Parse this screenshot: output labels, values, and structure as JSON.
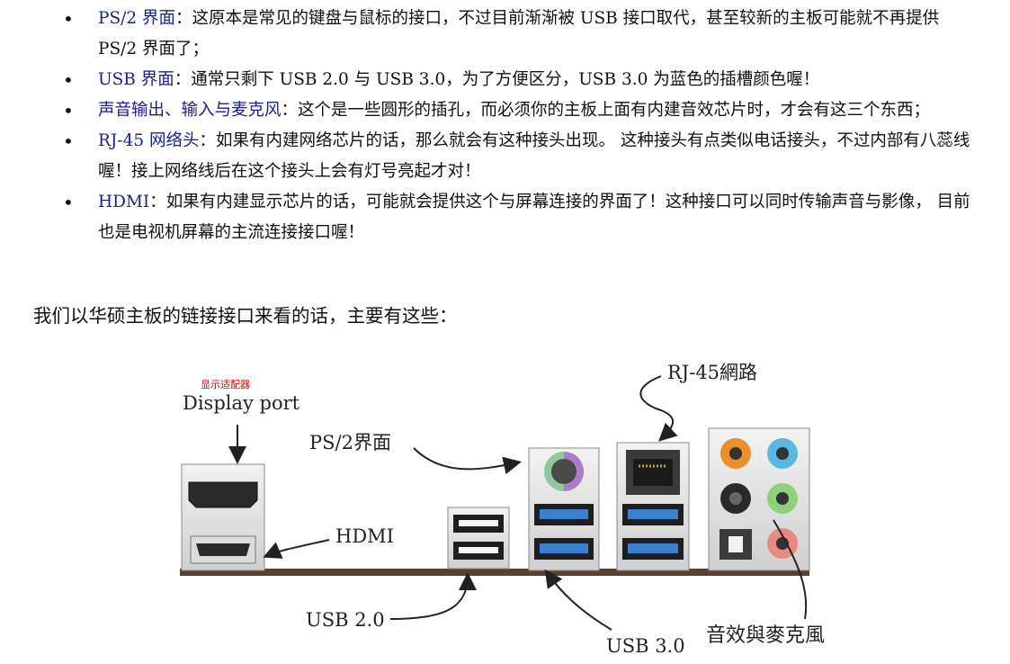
{
  "list": [
    {
      "term": "PS/2 界面",
      "text": "：这原本是常见的键盘与鼠标的接口，不过目前渐渐被 USB 接口取代，甚至较新的主板可能就不再提供 PS/2 界面了；"
    },
    {
      "term": "USB 界面",
      "text": "：通常只剩下 USB 2.0 与 USB 3.0，为了方便区分，USB 3.0 为蓝色的插槽颜色喔！"
    },
    {
      "term": "声音输出、输入与麦克风",
      "text": "：这个是一些圆形的插孔，而必须你的主板上面有内建音效芯片时，才会有这三个东西；"
    },
    {
      "term": "RJ-45 网络头",
      "text": "：如果有内建网络芯片的话，那么就会有这种接头出现。 这种接头有点类似电话接头，不过内部有八蕊线喔！接上网络线后在这个接头上会有灯号亮起才对！"
    },
    {
      "term": "HDMI",
      "text": "：如果有内建显示芯片的话，可能就会提供这个与屏幕连接的界面了！这种接口可以同时传输声音与影像， 目前也是电视机屏幕的主流连接接口喔！"
    }
  ],
  "intro": "我们以华硕主板的链接接口来看的话，主要有这些：",
  "figure": {
    "display_port_cn": "显示适配器",
    "display_port": "Display port",
    "ps2": "PS/2界面",
    "rj45": "RJ-45網路",
    "hdmi": "HDMI",
    "usb2": "USB 2.0",
    "usb3": "USB 3.0",
    "audio": "音效與麥克風"
  },
  "colors": {
    "term": "#1a1f8f",
    "usb3_blue": "#3a7fd0",
    "ps2_green": "#8fc9a0",
    "ps2_purple": "#b07ac8",
    "audio_orange": "#e8902a",
    "audio_blue": "#5ab8e0",
    "audio_green": "#8fd07a",
    "audio_pink": "#e88a84",
    "annotation_red": "#d00000"
  }
}
